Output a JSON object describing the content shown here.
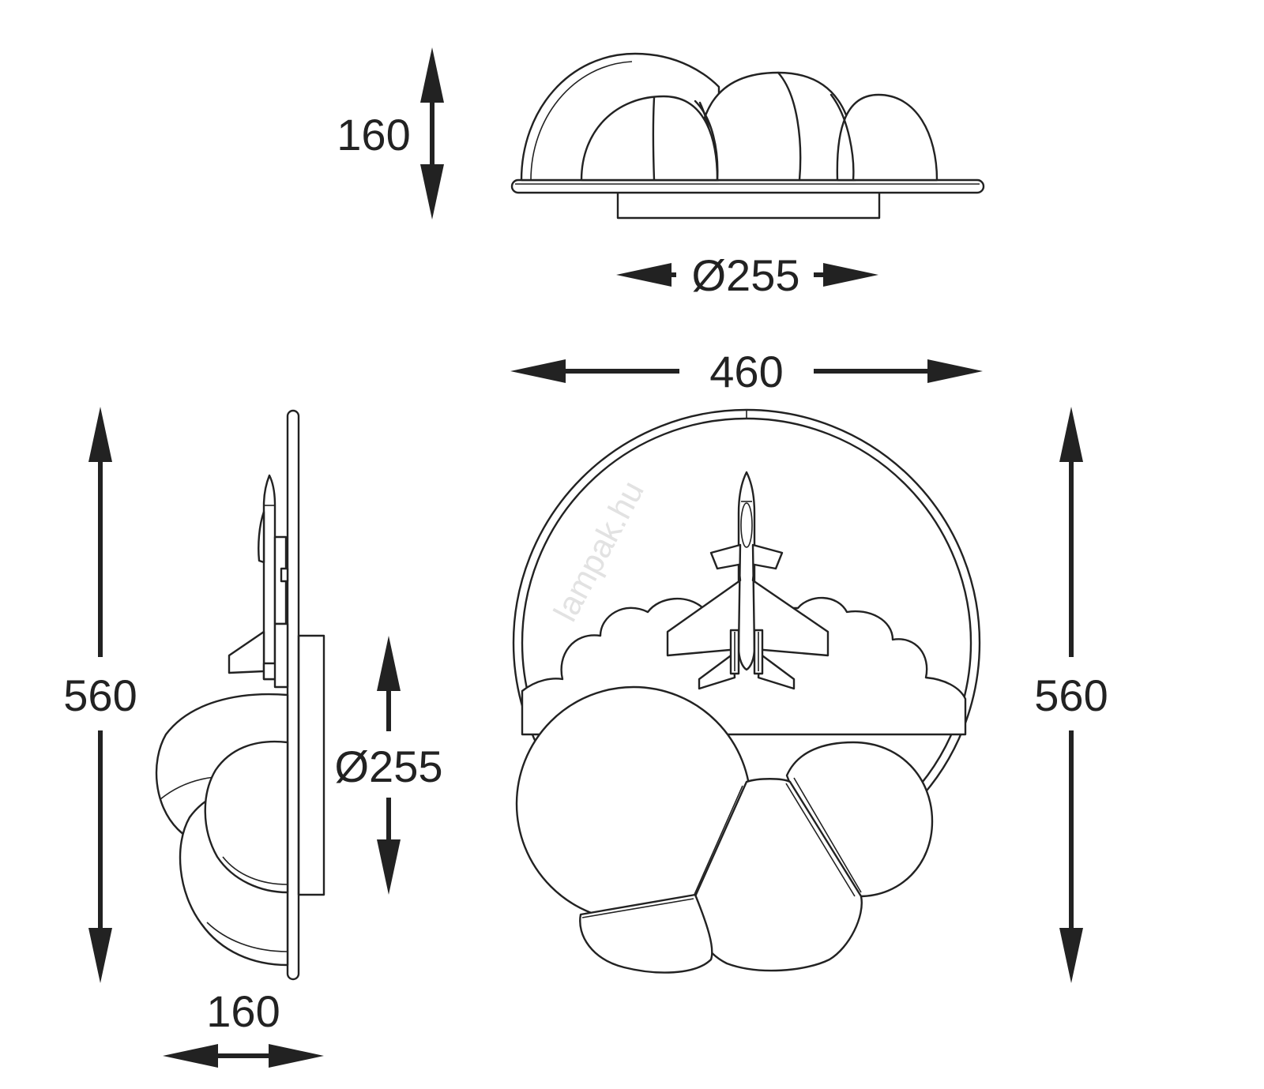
{
  "watermark": "lampak.hu",
  "dimensions": {
    "top_view_height": "160",
    "top_view_diameter": "Ø255",
    "front_width": "460",
    "front_height": "560",
    "side_height": "560",
    "side_diameter": "Ø255",
    "side_depth": "160"
  },
  "colors": {
    "line": "#222222",
    "background": "#ffffff",
    "watermark": "#e2e2e2"
  }
}
